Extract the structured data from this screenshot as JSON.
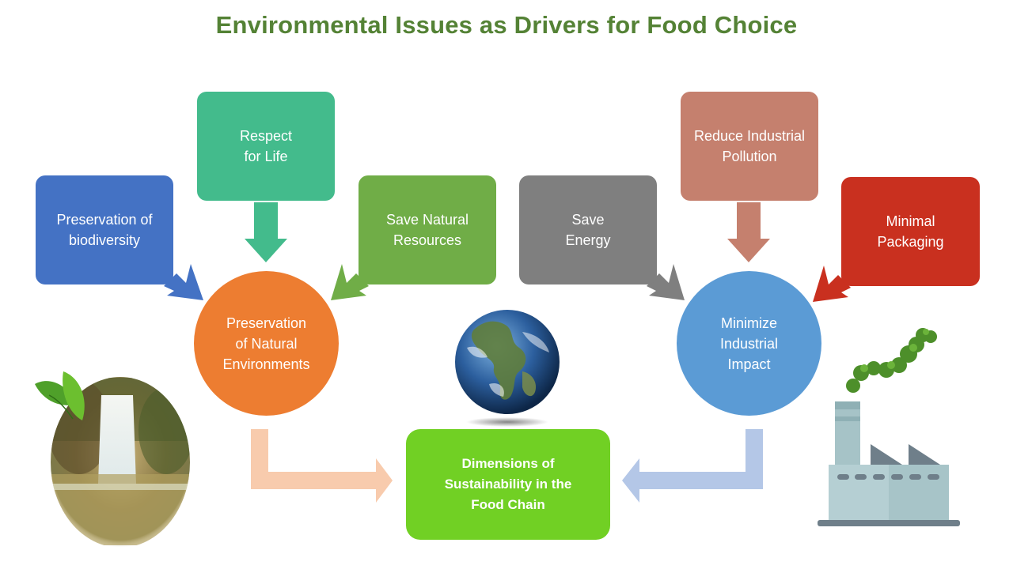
{
  "title": "Environmental Issues as Drivers for Food Choice",
  "boxes": {
    "biodiversity": "Preservation of\nbiodiversity",
    "respect_life": "Respect\nfor Life",
    "save_resources": "Save Natural\nResources",
    "save_energy": "Save\nEnergy",
    "reduce_pollution": "Reduce Industrial\nPollution",
    "minimal_packaging": "Minimal\nPackaging"
  },
  "circles": {
    "natural_env": "Preservation\nof Natural\nEnvironments",
    "industrial_impact": "Minimize\nIndustrial\nImpact"
  },
  "center": "Dimensions of\nSustainability in the\nFood Chain",
  "icons": {
    "globe": "earth-globe-icon",
    "waterfall": "waterfall-nature-icon",
    "factory": "factory-icon"
  },
  "colors": {
    "title": "#548235",
    "biodiversity": "#4472C4",
    "respect_life": "#43BB8C",
    "save_resources": "#70AD47",
    "save_energy": "#7F7F7F",
    "reduce_pollution": "#C5806E",
    "minimal_packaging": "#C9301F",
    "natural_env": "#ED7D31",
    "industrial_impact": "#5B9BD5",
    "center": "#71D024"
  }
}
